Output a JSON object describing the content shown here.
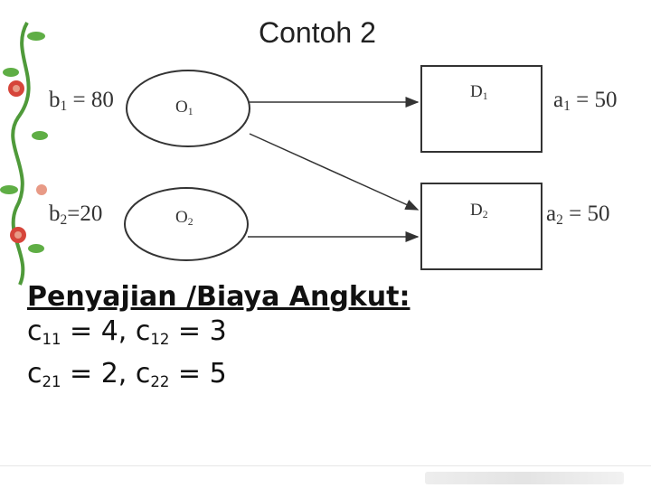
{
  "slide": {
    "title": "Contoh 2"
  },
  "diagram": {
    "sources": [
      {
        "label": "O",
        "sub": "1",
        "supply_label": "b",
        "supply_sub": "1",
        "supply_text": " = 80"
      },
      {
        "label": "O",
        "sub": "2",
        "supply_label": "b",
        "supply_sub": "2",
        "supply_text": "=20"
      }
    ],
    "destinations": [
      {
        "label": "D",
        "sub": "1",
        "demand_label": "a",
        "demand_sub": "1",
        "demand_text": " = 50"
      },
      {
        "label": "D",
        "sub": "2",
        "demand_label": "a",
        "demand_sub": "2",
        "demand_text": " = 50"
      }
    ]
  },
  "text": {
    "heading": "Penyajian /Biaya Angkut:",
    "line1": {
      "c11": "c",
      "c11_sub": "11",
      "c11_val": " = 4, ",
      "c12": "c",
      "c12_sub": "12",
      "c12_val": " = 3"
    },
    "line2": {
      "c21": "c",
      "c21_sub": "21",
      "c21_val": " = 2, ",
      "c22": "c",
      "c22_sub": "22",
      "c22_val": " = 5"
    }
  },
  "colors": {
    "leaf_green": "#4f9a3a",
    "flower_red": "#d6453a",
    "flower_pink": "#e89a86",
    "line": "#333333"
  }
}
